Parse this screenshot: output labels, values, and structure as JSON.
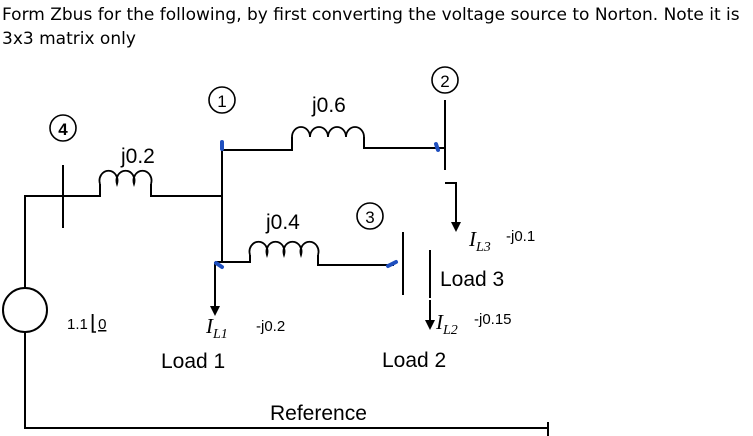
{
  "problem": {
    "text": "Form Zbus for the following, by first converting the voltage source to Norton. Note it is 3x3 matrix only"
  },
  "diagram": {
    "nodes": {
      "n1": "1",
      "n2": "2",
      "n3": "3",
      "n4": "4"
    },
    "impedances": {
      "z41": "j0.2",
      "z12": "j0.6",
      "z13": "j0.4"
    },
    "source": {
      "value": "1.1",
      "angle": "0"
    },
    "loads": {
      "l1_current": "I",
      "l1_sub": "L1",
      "l1_impedance": "-j0.2",
      "l1_name": "Load 1",
      "l2_current": "I",
      "l2_sub": "L2",
      "l2_impedance": "-j0.15",
      "l2_name": "Load 2",
      "l3_current": "I",
      "l3_sub": "L3",
      "l3_impedance": "-j0.1",
      "l3_name": "Load 3"
    },
    "reference": "Reference"
  }
}
